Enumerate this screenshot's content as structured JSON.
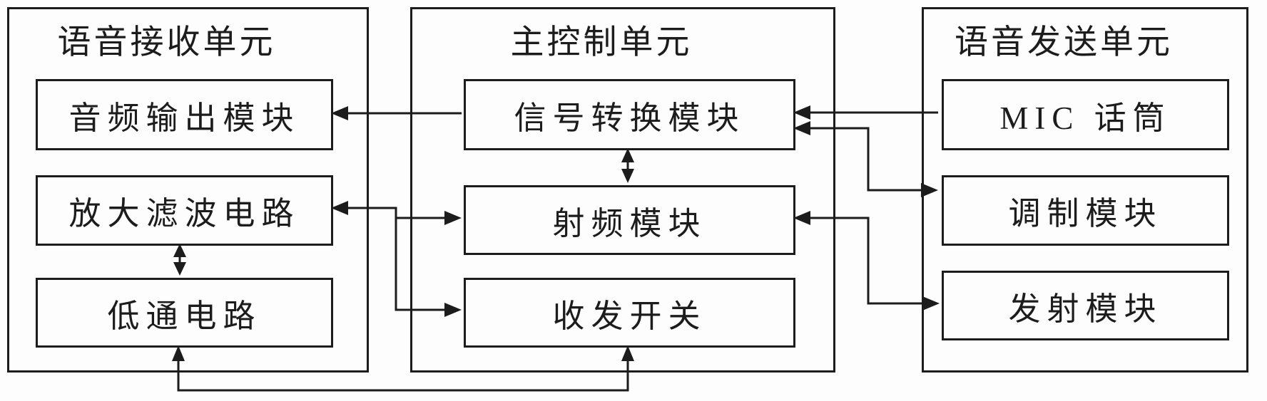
{
  "figure": {
    "type": "block-diagram",
    "ink_color": "#1c1c1c",
    "background_color": "#fdfdfd"
  },
  "units": [
    {
      "title": "语音接收单元",
      "modules": [
        {
          "label": "音频输出模块"
        },
        {
          "label": "放大滤波电路"
        },
        {
          "label": "低通电路"
        }
      ]
    },
    {
      "title": "主控制单元",
      "modules": [
        {
          "label": "信号转换模块"
        },
        {
          "label": "射频模块"
        },
        {
          "label": "收发开关"
        }
      ]
    },
    {
      "title": "语音发送单元",
      "modules": [
        {
          "label": "MIC 话筒"
        },
        {
          "label": "调制模块"
        },
        {
          "label": "发射模块"
        }
      ]
    }
  ],
  "connections": [
    {
      "type": "arrow",
      "from": "signal-conversion-module",
      "to": "audio-output-module"
    },
    {
      "type": "arrow",
      "from": "mic-module",
      "to": "signal-conversion-module"
    },
    {
      "type": "double-arrow",
      "between": [
        "signal-conversion-module",
        "modulation-module"
      ]
    },
    {
      "type": "double-arrow",
      "between": [
        "rf-module",
        "transmit-module"
      ]
    },
    {
      "type": "branching-arrows",
      "into": [
        "amplify-filter-circuit",
        "rf-module",
        "transceiver-switch"
      ]
    },
    {
      "type": "double-arrow",
      "between": [
        "signal-conversion-module",
        "rf-module"
      ]
    },
    {
      "type": "double-arrow",
      "between": [
        "amplify-filter-circuit",
        "lowpass-circuit"
      ]
    },
    {
      "type": "branching-arrows",
      "into": [
        "lowpass-circuit",
        "transceiver-switch"
      ]
    }
  ]
}
